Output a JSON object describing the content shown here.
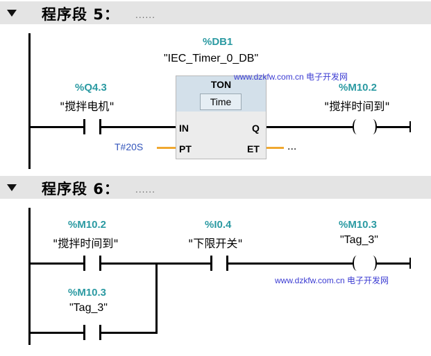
{
  "networks": [
    {
      "title": "程序段 5：",
      "comment": "......",
      "instance": {
        "address": "%DB1",
        "name": "\"IEC_Timer_0_DB\""
      },
      "contact": {
        "address": "%Q4.3",
        "name": "\"搅拌电机\""
      },
      "timer_box": {
        "type": "TON",
        "subtype": "Time",
        "pin_in": "IN",
        "pin_pt": "PT",
        "pin_q": "Q",
        "pin_et": "ET",
        "pt_value": "T#20S",
        "et_value": "..."
      },
      "coil": {
        "address": "%M10.2",
        "name": "\"搅拌时间到\""
      },
      "watermark": "www.dzkfw.com.cn 电子开发网"
    },
    {
      "title": "程序段 6：",
      "comment": "......",
      "contact1": {
        "address": "%M10.2",
        "name": "\"搅拌时间到\""
      },
      "contact2": {
        "address": "%I0.4",
        "name": "\"下限开关\""
      },
      "contact3": {
        "address": "%M10.3",
        "name": "\"Tag_3\""
      },
      "coil": {
        "address": "%M10.3",
        "name": "\"Tag_3\""
      },
      "watermark": "www.dzkfw.com.cn 电子开发网"
    }
  ],
  "colors": {
    "address": "#2b9aa2",
    "header_bg": "#e4e4e4",
    "box_header": "#d3e0ea",
    "pin_line": "#f0a830",
    "watermark": "#3a3ad2",
    "pt_value": "#3355bb"
  },
  "icons": {
    "collapse": "triangle-down-icon",
    "contact": "no-contact-icon",
    "coil": "coil-icon"
  }
}
